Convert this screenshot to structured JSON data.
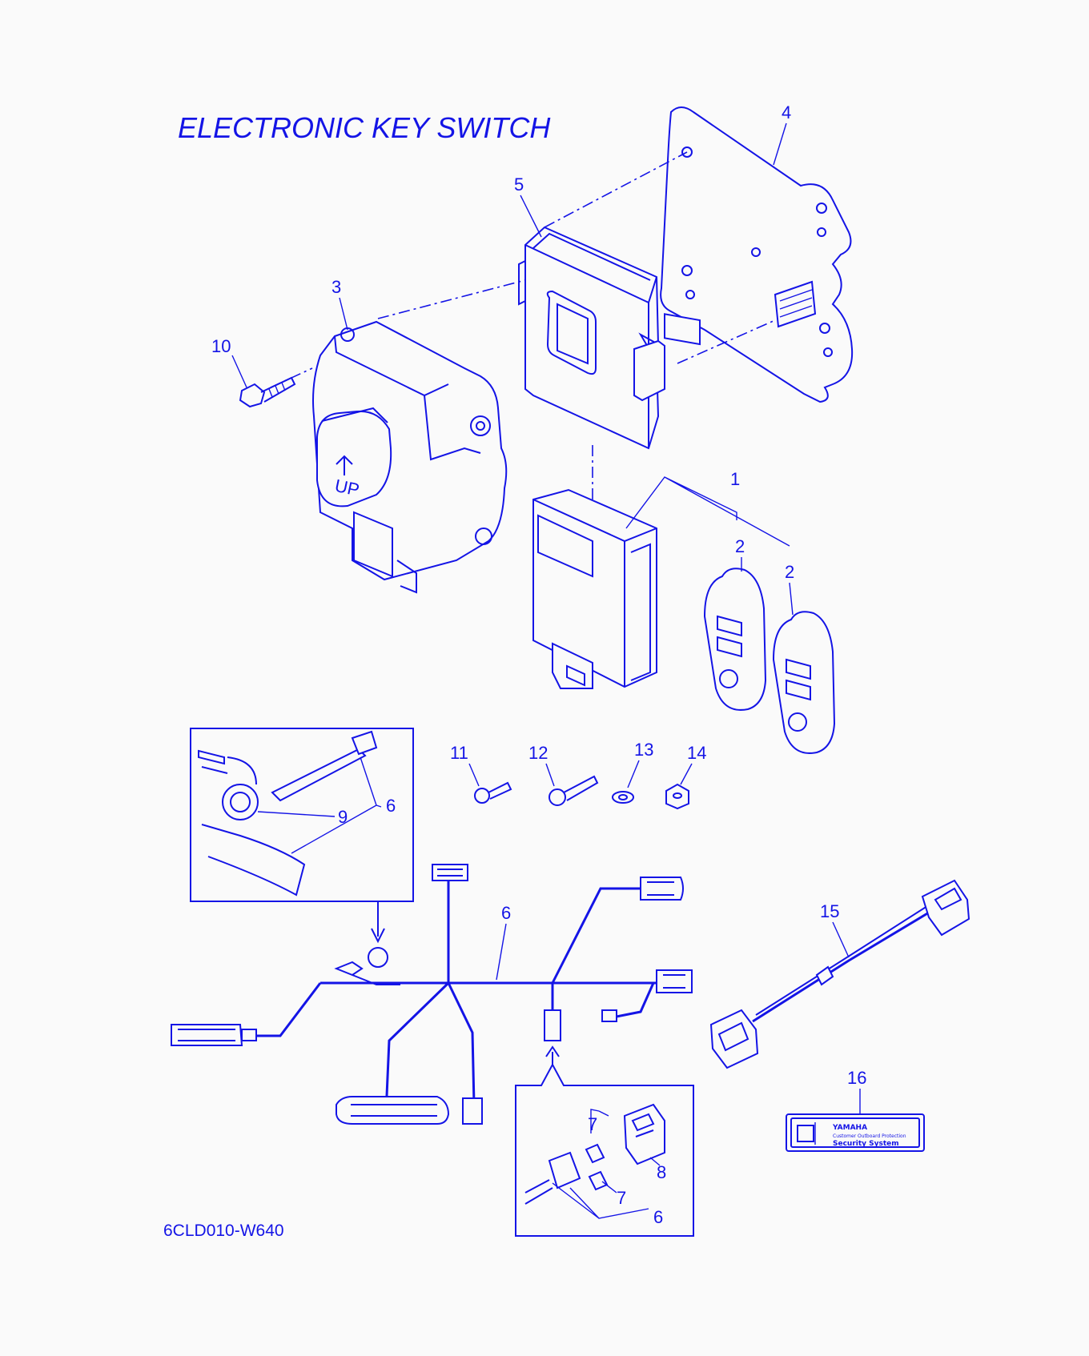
{
  "title": "ELECTRONIC KEY SWITCH",
  "diagram_code": "6CLD010-W640",
  "callouts": {
    "p1": "1",
    "p2a": "2",
    "p2b": "2",
    "p3": "3",
    "p4": "4",
    "p5": "5",
    "p6_inset": "6",
    "p6_harness": "6",
    "p6_inset2": "6",
    "p7a": "7",
    "p7b": "7",
    "p8": "8",
    "p9": "9",
    "p10": "10",
    "p11": "11",
    "p12": "12",
    "p13": "13",
    "p14": "14",
    "p15": "15",
    "p16": "16"
  },
  "switch_marking": "UP",
  "decal": {
    "brand": "YAMAHA",
    "line1": "Customer Outboard Protection",
    "line2": "Security System"
  },
  "colors": {
    "ink": "#1414e6",
    "paper": "#fafafa"
  }
}
